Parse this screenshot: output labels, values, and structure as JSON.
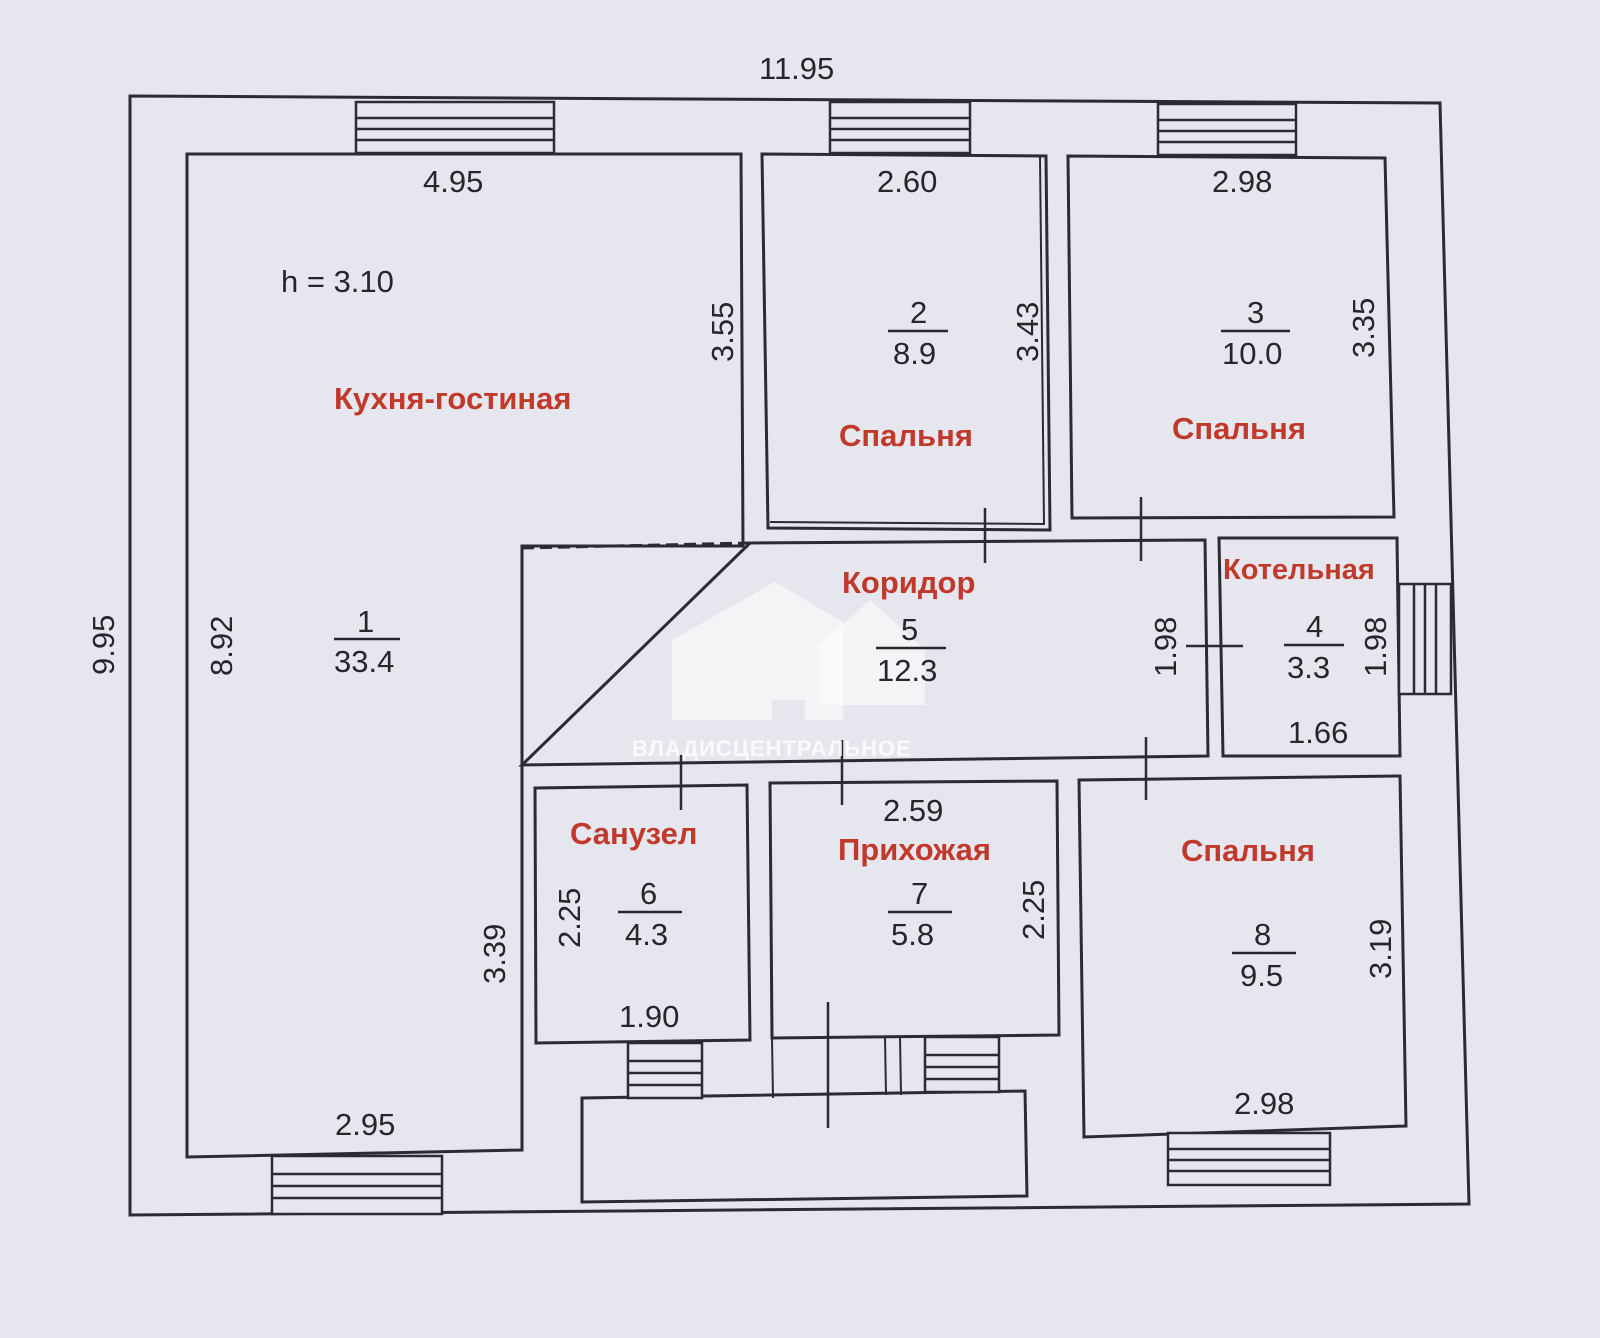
{
  "overall": {
    "width": "11.95",
    "height": "9.95",
    "ceiling": "h = 3.10"
  },
  "rooms": {
    "r1": {
      "name": "Кухня-гостиная",
      "num": "1",
      "area": "33.4",
      "dims": {
        "top": "4.95",
        "right_upper": "3.55",
        "left": "8.92",
        "right_lower": "3.39",
        "bottom": "2.95"
      }
    },
    "r2": {
      "name": "Спальня",
      "num": "2",
      "area": "8.9",
      "dims": {
        "top": "2.60",
        "right": "3.43"
      }
    },
    "r3": {
      "name": "Спальня",
      "num": "3",
      "area": "10.0",
      "dims": {
        "top": "2.98",
        "right": "3.35"
      }
    },
    "r4": {
      "name": "Котельная",
      "num": "4",
      "area": "3.3",
      "dims": {
        "right": "1.98",
        "bottom": "1.66"
      }
    },
    "r5": {
      "name": "Коридор",
      "num": "5",
      "area": "12.3",
      "dims": {
        "right": "1.98"
      }
    },
    "r6": {
      "name": "Санузел",
      "num": "6",
      "area": "4.3",
      "dims": {
        "left": "2.25",
        "bottom": "1.90"
      }
    },
    "r7": {
      "name": "Прихожая",
      "num": "7",
      "area": "5.8",
      "dims": {
        "top": "2.59",
        "right": "2.25"
      }
    },
    "r8": {
      "name": "Спальня",
      "num": "8",
      "area": "9.5",
      "dims": {
        "right": "3.19",
        "bottom": "2.98"
      }
    }
  },
  "watermark": {
    "text": "ВЛАДИСЦЕНТРАЛЬНОЕ"
  }
}
